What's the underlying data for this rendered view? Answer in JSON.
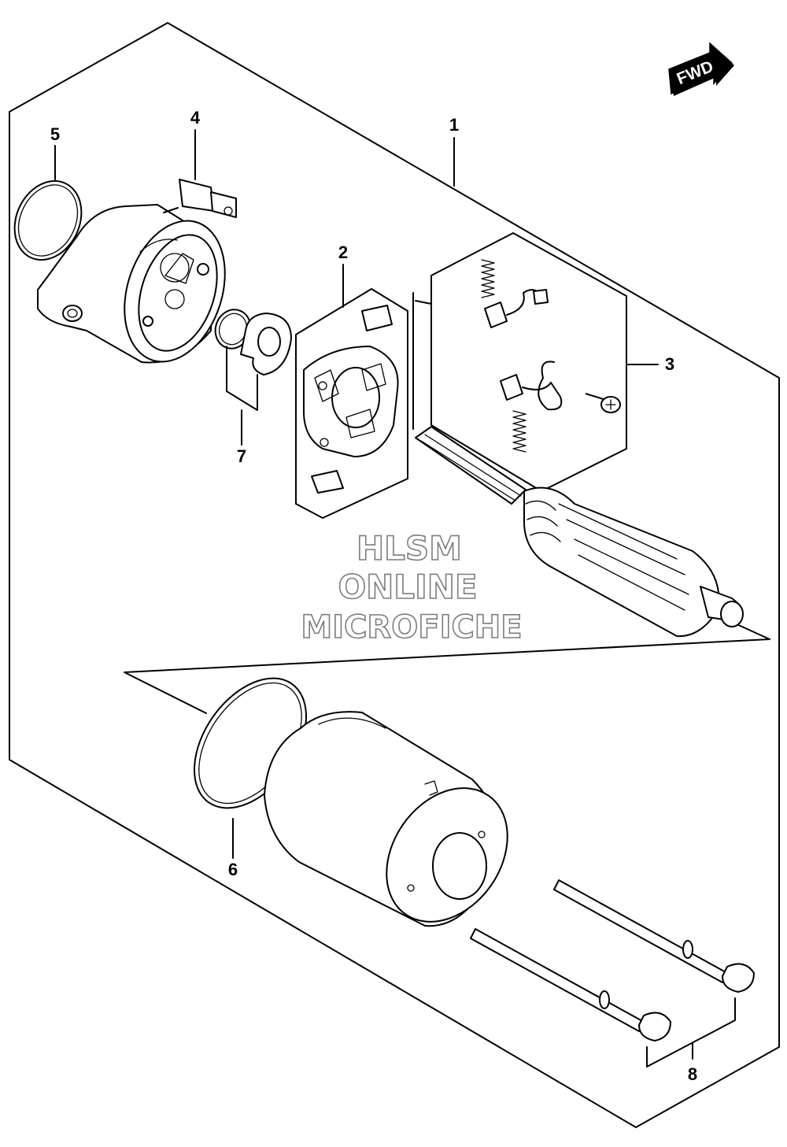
{
  "fwd_badge": {
    "label": "FWD"
  },
  "watermark": {
    "line1": "HLSM",
    "line2": "ONLINE",
    "line3": "MICROFICHE"
  },
  "callouts": {
    "p1": "1",
    "p2": "2",
    "p3": "3",
    "p4": "4",
    "p5": "5",
    "p6": "6",
    "p7": "7",
    "p8": "8"
  }
}
